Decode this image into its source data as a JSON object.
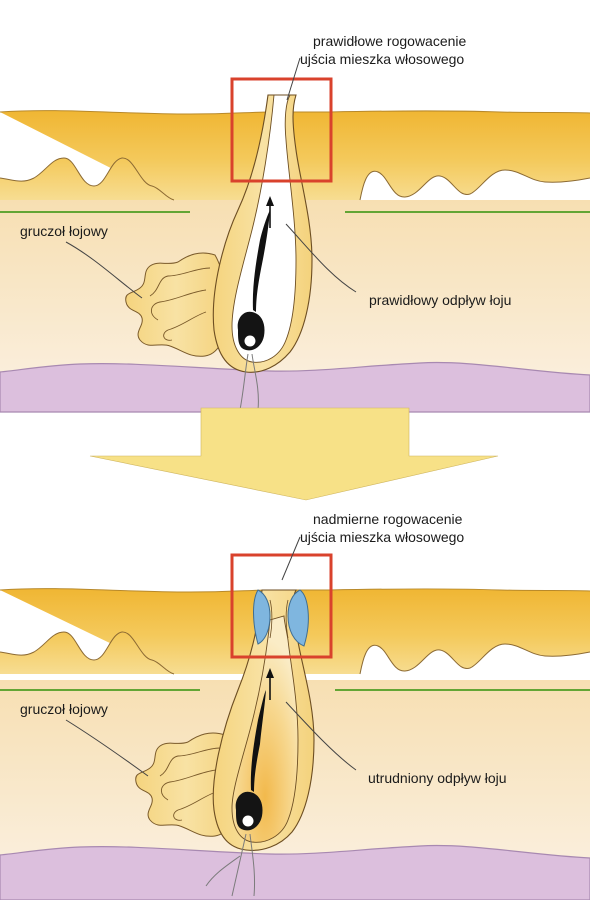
{
  "panels": [
    {
      "id": "normal",
      "title": "prawidłowe rogowacenie ujścia mieszka włosowego",
      "title_lines": [
        "prawidłowe rogowacenie",
        "ujścia mieszka włosowego"
      ],
      "gland_label": "gruczoł łojowy",
      "flow_label": "prawidłowy odpływ łoju"
    },
    {
      "id": "excessive",
      "title": "nadmierne rogowacenie ujścia mieszka włosowego",
      "title_lines": [
        "nadmierne rogowacenie",
        "ujścia mieszka włosowego"
      ],
      "gland_label": "gruczoł łojowy",
      "flow_label": "utrudniony odpływ łoju"
    }
  ],
  "colors": {
    "epidermis": "#f2ba3c",
    "epidermis_light": "#f6d682",
    "dermis_line": "#6aaa38",
    "dermis": "#f8e7c7",
    "subcutis": "#dbbadb",
    "follicle": "#f6d68a",
    "highlight_box": "#d9422c",
    "keratin_plug": "#7fb6df",
    "arrow": "#f7e187"
  }
}
